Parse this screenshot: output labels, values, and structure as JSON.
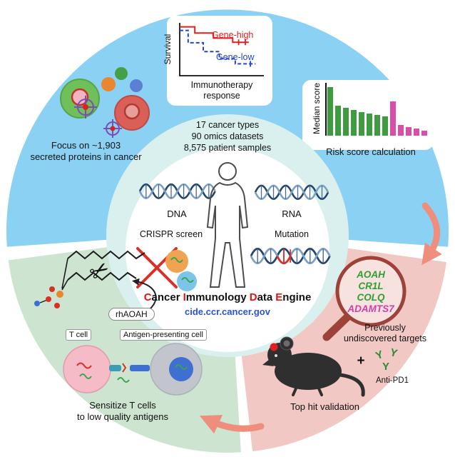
{
  "palette": {
    "blue_sector": "#8bd1f3",
    "pink_sector": "#f2c8c4",
    "green_sector": "#cde4d0",
    "teal_ring": "#d9f0ee",
    "arrow": "#ef8e7d",
    "title_red": "#e8110d",
    "url_blue": "#2a52d9"
  },
  "top_left": {
    "line1": "Focus on ~1,903",
    "line2": "secreted proteins in cancer"
  },
  "survival": {
    "ylabel": "Survival",
    "xlabel_line1": "Immunotherapy",
    "xlabel_line2": "response",
    "high_label": "Gene-high",
    "low_label": "Gene-low"
  },
  "risk": {
    "ylabel": "Median score",
    "caption": "Risk score calculation"
  },
  "center": {
    "stats": [
      "17 cancer types",
      "90 omics datasets",
      "8,575 patient samples"
    ],
    "dna_label": "DNA",
    "rna_label": "RNA",
    "crispr_label": "CRISPR screen",
    "mutation_label": "Mutation",
    "title_parts": [
      [
        "C",
        "ancer"
      ],
      [
        "I",
        "mmunology"
      ],
      [
        "D",
        "ata"
      ],
      [
        "E",
        "ngine"
      ]
    ],
    "url": "cide.ccr.cancer.gov"
  },
  "pink_sector": {
    "genes": [
      {
        "name": "AOAH",
        "color": "#2f9e2f"
      },
      {
        "name": "CR1L",
        "color": "#2f9e2f"
      },
      {
        "name": "COLQ",
        "color": "#2f9e2f"
      },
      {
        "name": "ADAMTS7",
        "color": "#d23fa6"
      }
    ],
    "caption_line1": "Previously",
    "caption_line2": "undiscovered targets",
    "plus": "+",
    "antibody_glyph": "Y",
    "antibody_label": "Anti-PD1",
    "validation_caption": "Top hit validation"
  },
  "green_sector": {
    "enzyme_label": "rhAOAH",
    "scissors_icon": "✂",
    "tcell_label": "T cell",
    "apc_label": "Antigen-presenting cell",
    "caption_line1": "Sensitize T cells",
    "caption_line2": "to low quality antigens"
  },
  "chart_data": [
    {
      "type": "line",
      "title": "Kaplan-Meier survival by gene expression",
      "xlabel": "Immunotherapy response",
      "ylabel": "Survival",
      "xlim": [
        0,
        100
      ],
      "ylim": [
        0,
        100
      ],
      "grid": false,
      "legend": "inline",
      "series": [
        {
          "name": "Gene-high",
          "color": "#e02020",
          "style": "solid",
          "points": [
            [
              0,
              95
            ],
            [
              18,
              95
            ],
            [
              18,
              83
            ],
            [
              40,
              83
            ],
            [
              40,
              73
            ],
            [
              63,
              73
            ],
            [
              63,
              65
            ],
            [
              82,
              65
            ]
          ],
          "censors": [
            [
              70,
              65
            ],
            [
              78,
              65
            ]
          ]
        },
        {
          "name": "Gene-low",
          "color": "#2543d8",
          "style": "dashed",
          "points": [
            [
              0,
              88
            ],
            [
              10,
              88
            ],
            [
              10,
              64
            ],
            [
              28,
              64
            ],
            [
              28,
              47
            ],
            [
              47,
              47
            ],
            [
              47,
              33
            ],
            [
              66,
              33
            ],
            [
              66,
              23
            ],
            [
              90,
              23
            ]
          ],
          "censors": [
            [
              84,
              23
            ]
          ]
        }
      ]
    },
    {
      "type": "bar",
      "title": "Risk score calculation",
      "ylabel": "Median score",
      "categories": [
        "",
        "",
        "",
        "",
        "",
        "",
        "",
        "",
        "",
        "",
        "",
        "",
        ""
      ],
      "values": [
        100,
        62,
        57,
        53,
        49,
        46,
        43,
        40,
        70,
        22,
        18,
        14,
        10
      ],
      "colors": [
        "#3f9b3f",
        "#3f9b3f",
        "#3f9b3f",
        "#3f9b3f",
        "#3f9b3f",
        "#3f9b3f",
        "#3f9b3f",
        "#3f9b3f",
        "#d94fa8",
        "#d94fa8",
        "#d94fa8",
        "#d94fa8",
        "#d94fa8"
      ]
    }
  ]
}
